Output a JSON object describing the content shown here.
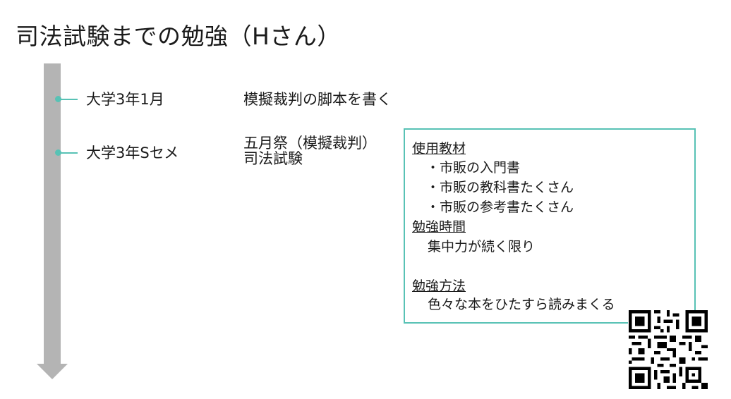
{
  "title": "司法試験までの勉強（Hさん）",
  "timeline": [
    {
      "period": "大学3年1月",
      "events": [
        "模擬裁判の脚本を書く"
      ]
    },
    {
      "period": "大学3年Sセメ",
      "events": [
        "五月祭（模擬裁判）",
        "司法試験"
      ]
    }
  ],
  "box": {
    "materials_heading": "使用教材",
    "materials": [
      "・市販の入門書",
      "・市販の教科書たくさん",
      "・市販の参考書たくさん"
    ],
    "time_heading": "勉強時間",
    "time_text": "集中力が続く限り",
    "method_heading": "勉強方法",
    "method_text": "色々な本をひたすら読みまくる"
  },
  "colors": {
    "accent": "#58c2b5",
    "arrow": "#b4b4b4",
    "text": "#1a1a1a"
  },
  "icons": [
    "qr-code-icon"
  ]
}
